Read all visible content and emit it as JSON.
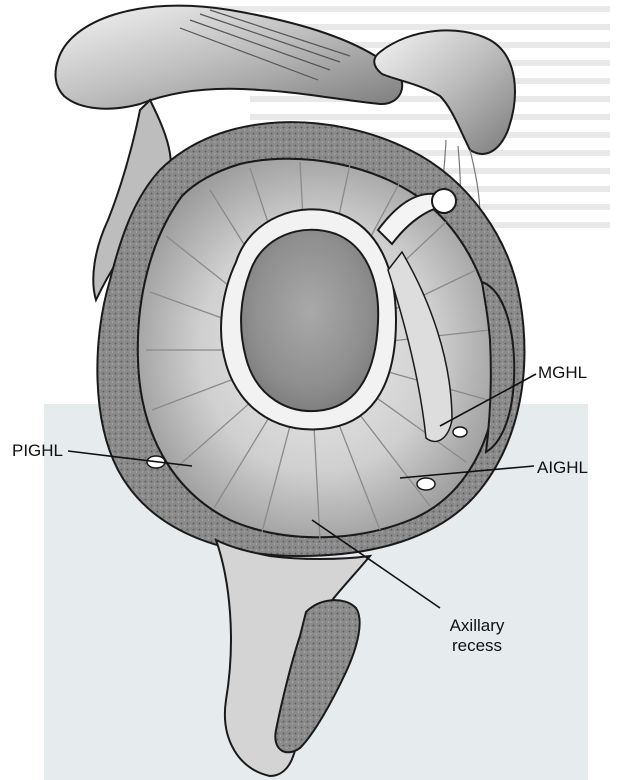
{
  "labels": {
    "mghl": "MGHL",
    "pighl": "PIGHL",
    "aighl": "AIGHL",
    "axillary_recess_line1": "Axillary",
    "axillary_recess_line2": "recess"
  },
  "colors": {
    "page_background": "#ffffff",
    "inset_panel": "#e6ebee",
    "bone_gray": "#9a9a9a",
    "cartilage": "#c8c8c8",
    "ligament_light": "#e2e2e2",
    "outline": "#1a1a1a"
  }
}
